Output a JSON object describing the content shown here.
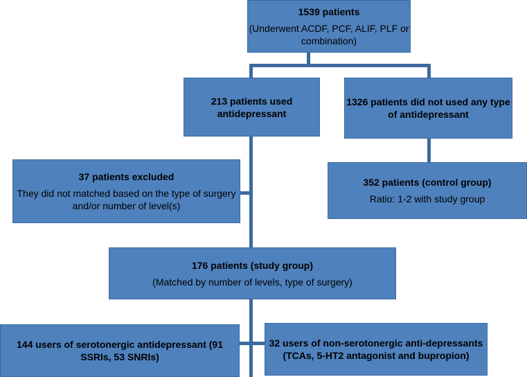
{
  "nodes": {
    "total": {
      "title": "1539 patients",
      "sub": "(Underwent ACDF, PCF, ALIF, PLF or combination)"
    },
    "used": {
      "title": "213 patients used antidepressant"
    },
    "notused": {
      "title": "1326 patients did not used any type of antidepressant"
    },
    "excluded": {
      "title": "37 patients excluded",
      "sub": "They did not matched based on the type of surgery and/or number of level(s)"
    },
    "control": {
      "title": "352 patients (control group)",
      "sub": "Ratio: 1-2 with study group"
    },
    "study": {
      "title": "176 patients (study group)",
      "sub": "(Matched by number of levels, type of surgery)"
    },
    "sero": {
      "title": "144 users of serotonergic antidepressant (91 SSRIs, 53 SNRIs)"
    },
    "nonsero": {
      "title": "32 users of non-serotonergic anti-depressants (TCAs, 5-HT2 antagonist and bupropion)"
    }
  },
  "colors": {
    "box": "#4f81bd",
    "line": "#3e6a9e"
  }
}
